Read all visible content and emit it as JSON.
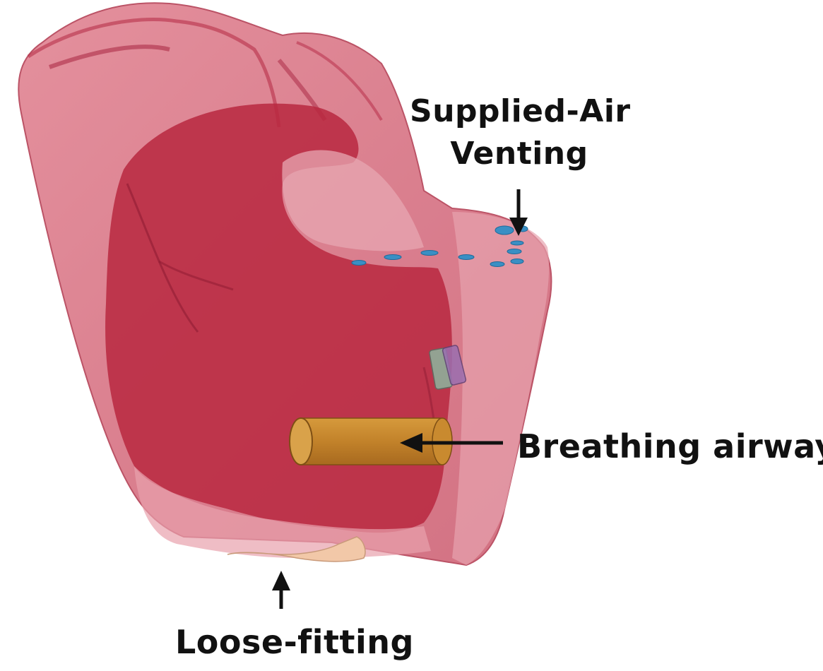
{
  "labels": {
    "supplied_air_line1": "Supplied-Air",
    "supplied_air_line2": "Venting",
    "breathing_airway": "Breathing airway",
    "loose_fitting": "Loose-fitting"
  },
  "colors": {
    "hood_fill": "#d4707f",
    "face_fill": "#b8283f",
    "hood_edge": "#a82440",
    "airway_fill": "#c98a2f",
    "vent_blue": "#3a8fc4",
    "arrow": "#111111",
    "background": "#ffffff"
  }
}
